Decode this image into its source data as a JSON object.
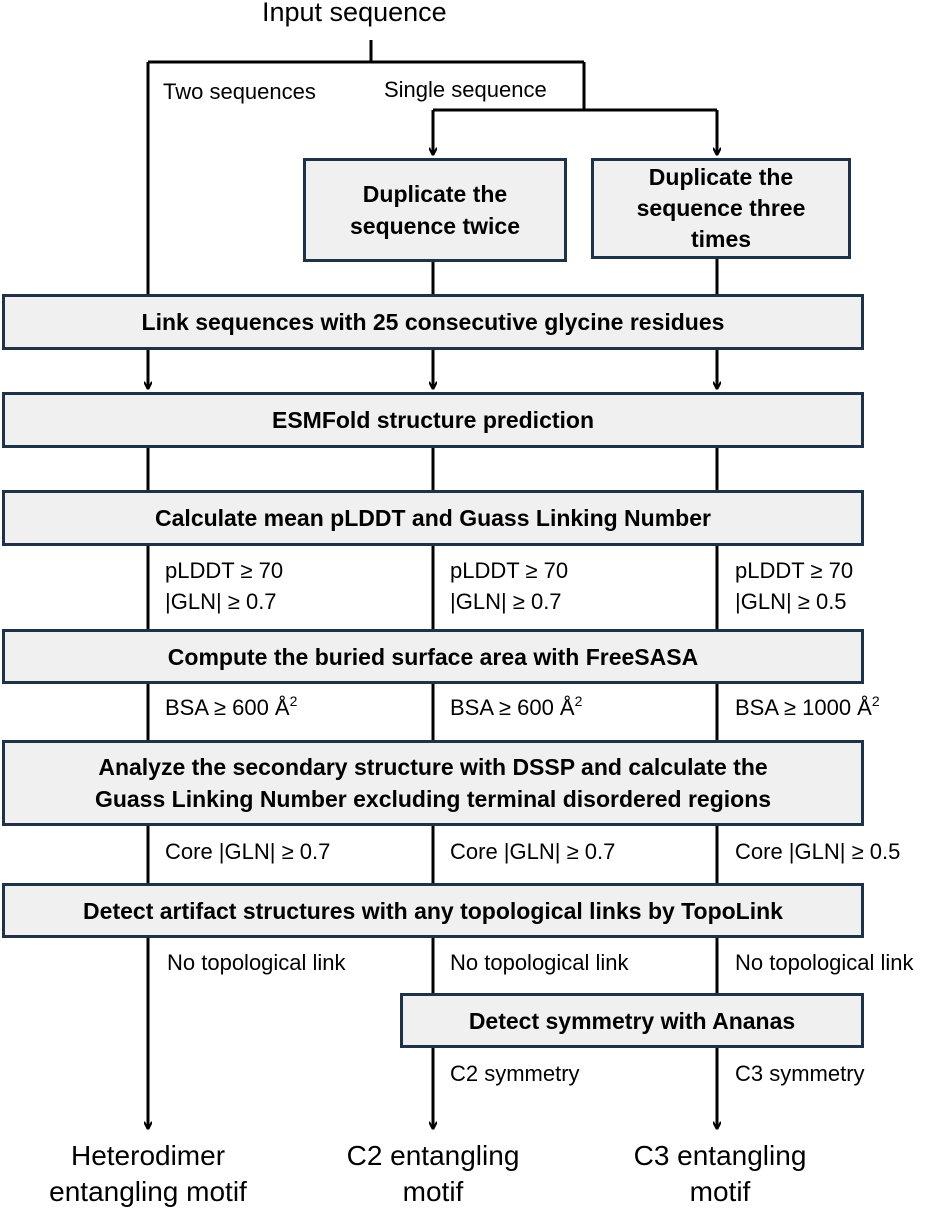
{
  "input_title": "Input sequence",
  "branch_two": "Two sequences",
  "branch_single": "Single sequence",
  "dup_twice": [
    "Duplicate the",
    "sequence twice"
  ],
  "dup_three": [
    "Duplicate the",
    "sequence three",
    "times"
  ],
  "link_step": "Link sequences with 25 consecutive glycine residues",
  "esmfold_step": "ESMFold structure prediction",
  "calc_step": "Calculate mean pLDDT and Guass Linking Number",
  "thresholds": [
    {
      "plddt": "pLDDT ≥ 70",
      "gln": "|GLN| ≥ 0.7",
      "bsa": "BSA ≥ 600 Å",
      "bsa_sup": "2",
      "core": "Core |GLN| ≥ 0.7",
      "topo": "No topological link"
    },
    {
      "plddt": "pLDDT ≥ 70",
      "gln": "|GLN| ≥ 0.7",
      "bsa": "BSA ≥ 600 Å",
      "bsa_sup": "2",
      "core": "Core |GLN| ≥ 0.7",
      "topo": "No topological link"
    },
    {
      "plddt": "pLDDT ≥ 70",
      "gln": "|GLN| ≥ 0.5",
      "bsa": "BSA ≥ 1000 Å",
      "bsa_sup": "2",
      "core": "Core |GLN| ≥ 0.5",
      "topo": "No topological link"
    }
  ],
  "bsa_step": "Compute the buried surface area with FreeSASA",
  "dssp_step": [
    "Analyze the secondary structure with DSSP and calculate the",
    "Guass Linking Number excluding terminal disordered regions"
  ],
  "topolink_step": "Detect artifact structures with any topological links by TopoLink",
  "ananas_step": "Detect symmetry with Ananas",
  "sym_c2": "C2 symmetry",
  "sym_c3": "C3 symmetry",
  "outputs": [
    [
      "Heterodimer",
      "entangling motif"
    ],
    [
      "C2 entangling",
      "motif"
    ],
    [
      "C3 entangling",
      "motif"
    ]
  ],
  "colors": {
    "box_border": "#1e3347",
    "box_fill": "#f0f0f0",
    "line": "#000000"
  }
}
